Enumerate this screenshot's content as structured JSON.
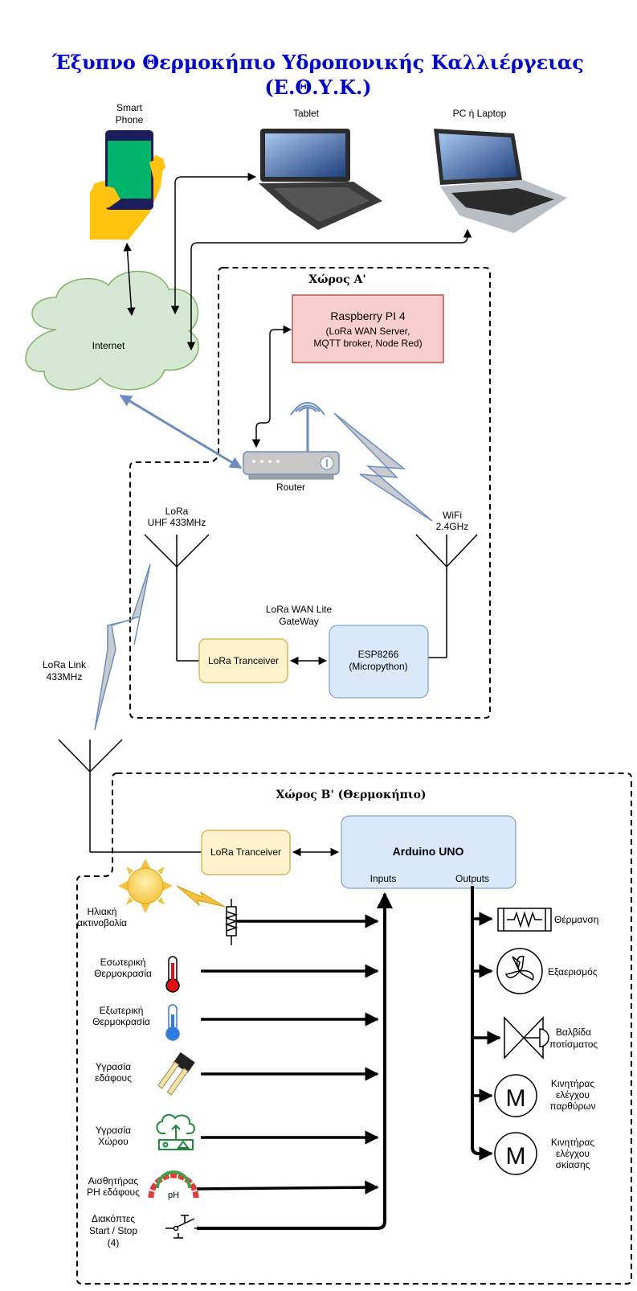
{
  "title": {
    "line1": "Έξυπνο Θερμοκήπιο Υδροπονικής Καλλιέργειας",
    "line2": "(Ε.Θ.Υ.Κ.)"
  },
  "devices": {
    "smartphone": [
      "Smart",
      "Phone"
    ],
    "tablet": "Tablet",
    "pc": "PC ή Laptop",
    "internet": "Internet"
  },
  "space_a": {
    "title": "Χώρος Α'",
    "raspberry": [
      "Raspberry PI 4",
      "(LoRa WAN Server,",
      "MQTT broker, Node Red)"
    ],
    "router": "Router",
    "lora_antenna": [
      "LoRa",
      "UHF 433MHz"
    ],
    "wifi_antenna": [
      "WiFi",
      "2.4GHz"
    ],
    "gateway": [
      "LoRa WAN Lite",
      "GateWay"
    ],
    "transceiver": "LoRa Tranceiver",
    "esp": [
      "ESP8266",
      "(Micropython)"
    ]
  },
  "link": [
    "LoRa Link",
    "433MHz"
  ],
  "space_b": {
    "title": "Χώρος Β' (Θερμοκήπιο)",
    "transceiver": "LoRa Tranceiver",
    "arduino": "Arduino UNO",
    "inputs": "Inputs",
    "outputs": "Outputs"
  },
  "sensors": [
    {
      "label": [
        "Ηλιακή",
        "ακτινοβολία"
      ],
      "icon": "sun-icon"
    },
    {
      "label": [
        "Εσωτερική",
        "Θερμοκρασία"
      ],
      "icon": "red-thermometer-icon"
    },
    {
      "label": [
        "Εξωτερική",
        "Θερμοκρασία"
      ],
      "icon": "blue-thermometer-icon"
    },
    {
      "label": [
        "Υγρασία",
        "εδάφους"
      ],
      "icon": "soil-moisture-probe-icon"
    },
    {
      "label": [
        "Υγρασία",
        "Χώρου"
      ],
      "icon": "cloud-humidity-icon"
    },
    {
      "label": [
        "Αισθητήρας",
        "PH εδάφους"
      ],
      "icon": "ph-gauge-icon"
    },
    {
      "label": [
        "Διακόπτες",
        "Start / Stop",
        "(4)"
      ],
      "icon": "switch-icon"
    }
  ],
  "ph_gauge_text": "pH",
  "actuators": [
    {
      "label": [
        "Θέρμανση"
      ],
      "icon": "heater-icon"
    },
    {
      "label": [
        "Εξαερισμός"
      ],
      "icon": "fan-icon"
    },
    {
      "label": [
        "Βαλβίδα",
        "ποτίσματος"
      ],
      "icon": "valve-icon"
    },
    {
      "label": [
        "Κινητήρας",
        "ελέγχου",
        "παρθύρων"
      ],
      "icon": "motor-icon"
    },
    {
      "label": [
        "Κινητήρας",
        "ελέγχου",
        "σκίασης"
      ],
      "icon": "motor-icon"
    }
  ],
  "motor_symbol": "M",
  "colors": {
    "title": "#0000cc",
    "cloud_fill": "#d5e8d4",
    "cloud_stroke": "#82b366",
    "rpi_fill": "#f8cecc",
    "rpi_stroke": "#b85450",
    "lora_fill": "#fff2cc",
    "lora_stroke": "#d6b656",
    "blue_fill": "#dae8fc",
    "blue_stroke": "#6c8ebf",
    "link_blue": "#6c8ebf"
  }
}
